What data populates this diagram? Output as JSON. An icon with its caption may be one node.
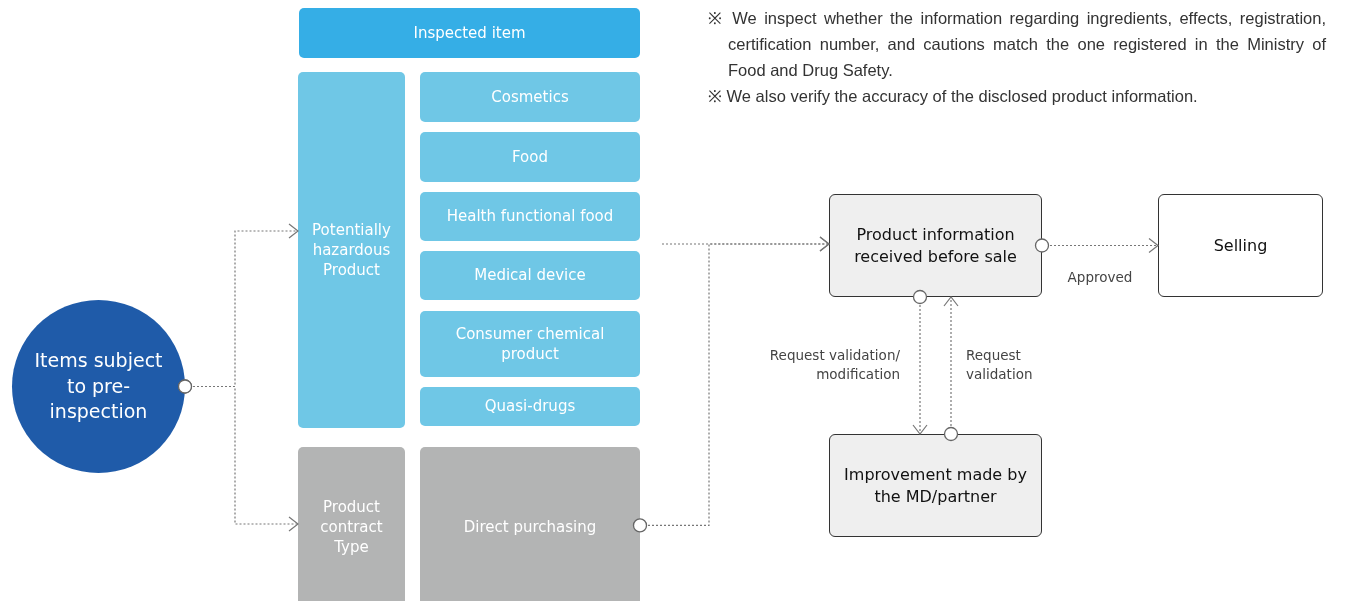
{
  "diagram": {
    "nodes": [
      {
        "text": [
          "Items subject to pre-inspection"
        ]
      },
      {
        "text": [
          "Inspected item"
        ]
      },
      {
        "text": [
          "Potentially hazardous Product"
        ]
      },
      {
        "text": [
          "Cosmetics"
        ]
      },
      {
        "text": [
          "Food"
        ]
      },
      {
        "text": [
          "Health functional food"
        ]
      },
      {
        "text": [
          "Medical device"
        ]
      },
      {
        "text": [
          "Consumer chemical product"
        ]
      },
      {
        "text": [
          "Quasi-drugs"
        ]
      },
      {
        "text": [
          "Product contract Type"
        ]
      },
      {
        "text": [
          "Direct purchasing"
        ]
      },
      {
        "text": [
          "Product information received before sale"
        ]
      },
      {
        "text": [
          "Selling"
        ]
      },
      {
        "text": [
          "Improvement made by the MD/partner"
        ]
      }
    ],
    "edges": [
      {
        "from": 0,
        "to": 2,
        "arrow": "to",
        "style": "dashed"
      },
      {
        "from": 0,
        "to": 9,
        "arrow": "to",
        "style": "dashed"
      },
      {
        "from": null,
        "to": 11,
        "arrow": "to",
        "style": "dashed"
      },
      {
        "from": 10,
        "to": 11,
        "arrow": "to",
        "style": "dashed"
      },
      {
        "from": 11,
        "to": 12,
        "arrow": "to",
        "label": "Approved",
        "style": "dashed"
      },
      {
        "from": 11,
        "to": 13,
        "arrow": "to",
        "label": "Request validation/ modification",
        "style": "dashed"
      },
      {
        "from": 13,
        "to": 11,
        "arrow": "to",
        "label": "Request validation",
        "style": "dashed"
      }
    ],
    "labels": [
      "※ We inspect whether the information regarding ingredients, effects, registration, certification number, and cautions match the one registered in the Ministry of Food and Drug Safety.",
      "※ We also verify the accuracy of the disclosed product information."
    ]
  }
}
